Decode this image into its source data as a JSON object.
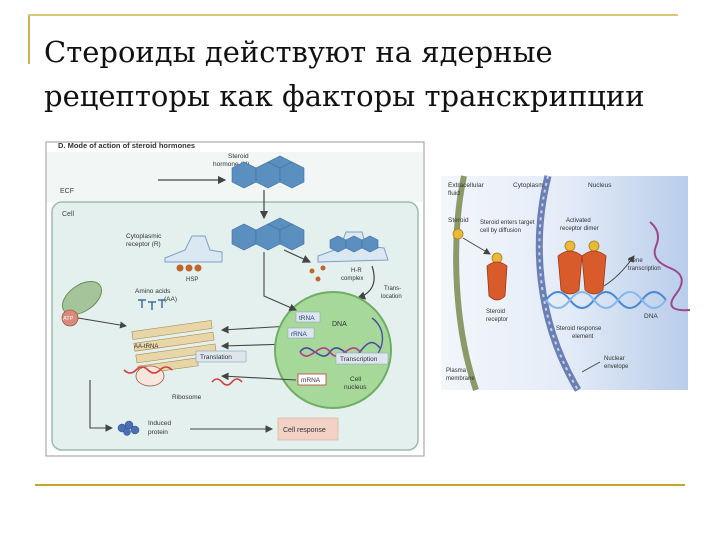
{
  "slide": {
    "title_line1": "Стероиды действуют на ядерные",
    "title_line2": "рецепторы как факторы транскрипции"
  },
  "left_diagram": {
    "heading": "D. Mode of action of steroid hormones",
    "labels": {
      "hormone_1": "Steroid",
      "hormone_2": "hormone (H)",
      "ecf": "ECF",
      "cell": "Cell",
      "receptor_1": "Cytoplasmic",
      "receptor_2": "receptor (R)",
      "hsp": "HSP",
      "hr_1": "H-R",
      "hr_2": "complex",
      "aa_1": "Amino acids",
      "aa_2": "(AA)",
      "atp": "ATP",
      "aa_trna": "AA-tRNA",
      "trna": "tRNA",
      "rrna": "rRNA",
      "dna": "DNA",
      "transloc_1": "Trans-",
      "transloc_2": "location",
      "translation": "Translation",
      "transcription": "Transcription",
      "mrna": "mRNA",
      "nucleus_1": "Cell",
      "nucleus_2": "nucleus",
      "ribosome": "Ribosome",
      "induced_1": "Induced",
      "induced_2": "protein",
      "cell_response": "Cell response"
    }
  },
  "right_diagram": {
    "labels": {
      "ecf_1": "Extracellular",
      "ecf_2": "fluid",
      "cytoplasm": "Cytoplasm",
      "nucleus": "Nucleus",
      "steroid": "Steroid",
      "enters_1": "Steroid enters target",
      "enters_2": "cell by diffusion",
      "dimer_1": "Activated",
      "dimer_2": "receptor dimer",
      "gene_1": "Gene",
      "gene_2": "transcription",
      "receptor_1": "Steroid",
      "receptor_2": "receptor",
      "sre_1": "Steroid response",
      "sre_2": "element",
      "dna": "DNA",
      "plasma_1": "Plasma",
      "plasma_2": "membrane",
      "envelope_1": "Nuclear",
      "envelope_2": "envelope"
    }
  },
  "colors": {
    "frame": "#c8b25a",
    "cell_fill": "#e4f0ee",
    "nucleus_fill": "#a6d89a",
    "hormone": "#5a8fc0",
    "response": "#f3d2c6",
    "receptor": "#d95a2b",
    "dna": "#4a8ad4"
  }
}
